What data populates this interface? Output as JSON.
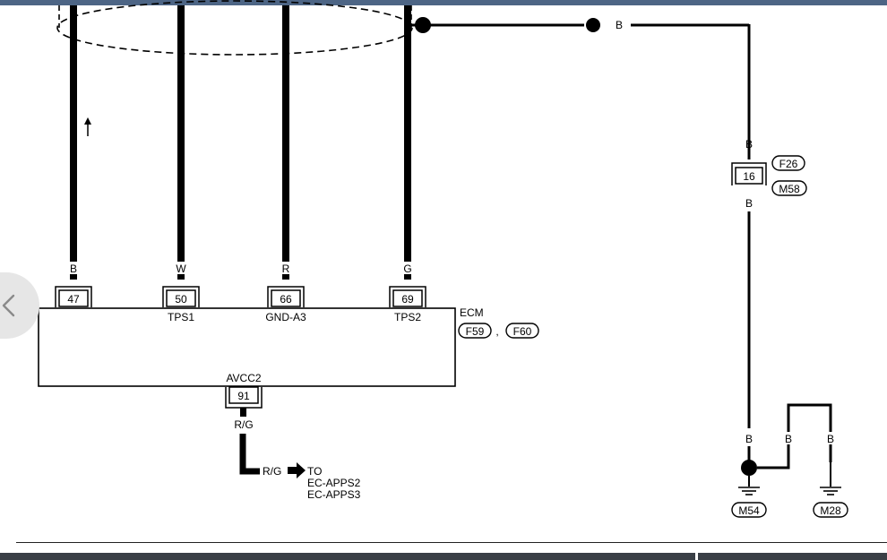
{
  "wires": {
    "w47_color": "B",
    "w50_color": "W",
    "w66_color": "R",
    "w69_color": "G",
    "shield_color": "B",
    "f26_upper_color": "B",
    "f26_lower_color": "B",
    "ground_main_color": "B",
    "ground_left_color": "B",
    "ground_right_color": "B",
    "avcc_color": "R/G",
    "avcc_out_color": "R/G"
  },
  "pins": {
    "p47": "47",
    "p50": "50",
    "p66": "66",
    "p69": "69",
    "p91": "91",
    "p16": "16"
  },
  "ecm": {
    "label": "ECM",
    "connector_a": "F59",
    "separator": ",",
    "connector_b": "F60",
    "terminal_tps1": "TPS1",
    "terminal_gnd": "GND-A3",
    "terminal_tps2": "TPS2",
    "terminal_avcc": "AVCC2"
  },
  "joint": {
    "connector_a": "F26",
    "connector_b": "M58"
  },
  "grounds": {
    "left": "M54",
    "right": "M28"
  },
  "reference": {
    "to": "TO",
    "line1": "EC-APPS2",
    "line2": "EC-APPS3"
  },
  "colors": {
    "wire": "#000000",
    "topbar": "#4d6585",
    "bottombar": "#3a3f46"
  }
}
